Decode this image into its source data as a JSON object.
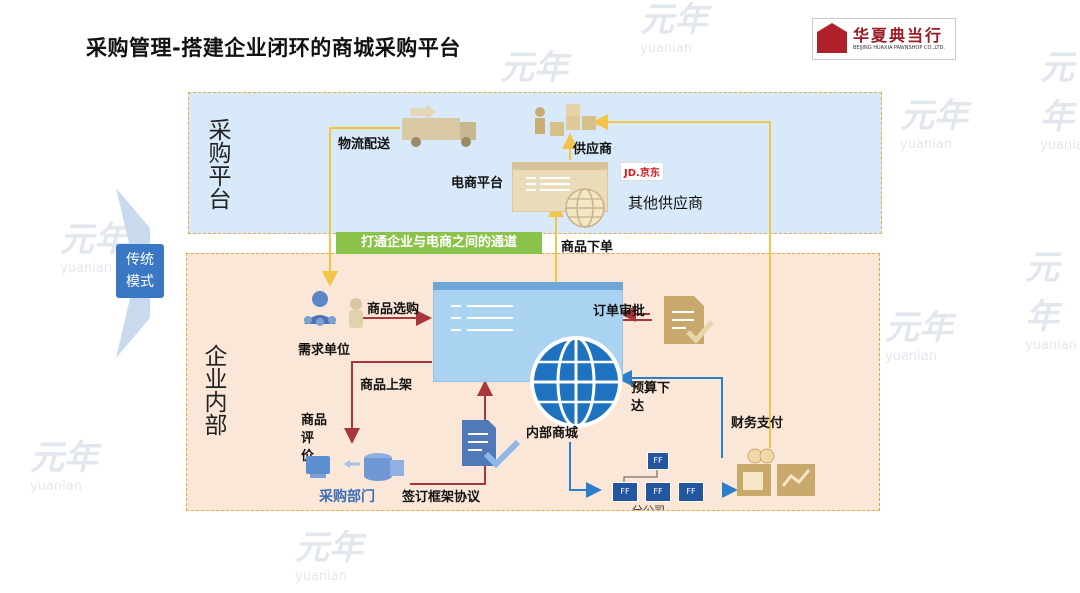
{
  "title": "采购管理-搭建企业闭环的商城采购平台",
  "logo": {
    "name_cn": "华夏典当行",
    "name_en": "BEIJING HUAXIA PAWNSHOP CO.,LTD."
  },
  "regions": {
    "platform": "采购平台",
    "internal": "企业内部"
  },
  "side_button": "传统模式",
  "channel_label": "打通企业与电商之间的通道",
  "nodes": {
    "logistics": "物流配送",
    "supplier": "供应商",
    "ecommerce": "电商平台",
    "jd_logo": "JD.京东",
    "other_suppliers": "其他供应商",
    "order_goods": "商品下单",
    "demand_unit": "需求单位",
    "goods_selection": "商品选购",
    "order_approval": "订单审批",
    "goods_listing": "商品上架",
    "budget": "预算下达",
    "goods_review": "商品评价",
    "internal_mall": "内部商城",
    "finance_payment": "财务支付",
    "purchasing_dept": "采购部门",
    "sign_agreement": "签订框架协议",
    "branch": "分公司"
  },
  "watermark": {
    "cn": "元年",
    "en": "yuanian"
  },
  "colors": {
    "arrow_yellow": "#f2c44a",
    "arrow_red": "#a8363a",
    "arrow_blue": "#2b7fc9",
    "platform_bg": "#d8e9fa",
    "internal_bg": "#fbe7d8",
    "border": "#e5a93e"
  }
}
